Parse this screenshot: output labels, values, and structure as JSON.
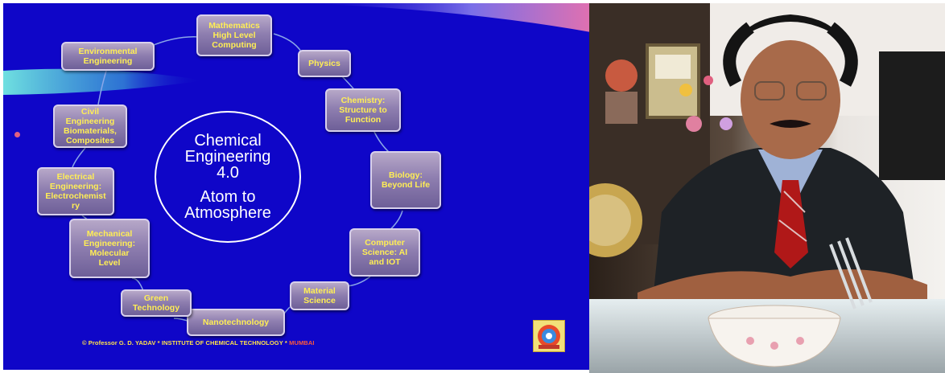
{
  "slide": {
    "center": {
      "line1": "Chemical",
      "line2": "Engineering",
      "line3": "4.0",
      "line4": "Atom to",
      "line5": "Atmosphere"
    },
    "nodes": {
      "mathematics": "Mathematics\nHigh Level\nComputing",
      "physics": "Physics",
      "chemistry": "Chemistry:\nStructure to\nFunction",
      "biology": "Biology:\nBeyond Life",
      "computer_science": "Computer\nScience: AI\nand IOT",
      "material_science": "Material\nScience",
      "nanotechnology": "Nanotechnology",
      "green_technology": "Green\nTechnology",
      "mechanical": "Mechanical\nEngineering:\nMolecular\nLevel",
      "electrical": "Electrical\nEngineering:\nElectrochemist\nry",
      "civil": "Civil\nEngineering\nBiomaterials,\nComposites",
      "environmental": "Environmental\nEngineering"
    },
    "footer": {
      "text": "© Professor  G. D. YADAV  *   INSTITUTE OF CHEMICAL TECHNOLOGY *",
      "city": "MUMBAI"
    },
    "colors": {
      "background": "#0f06c8",
      "node_text": "#ffee55",
      "accent_swoosh": "#5fd0d8"
    }
  },
  "photo": {
    "subject": "portrait-photo"
  }
}
